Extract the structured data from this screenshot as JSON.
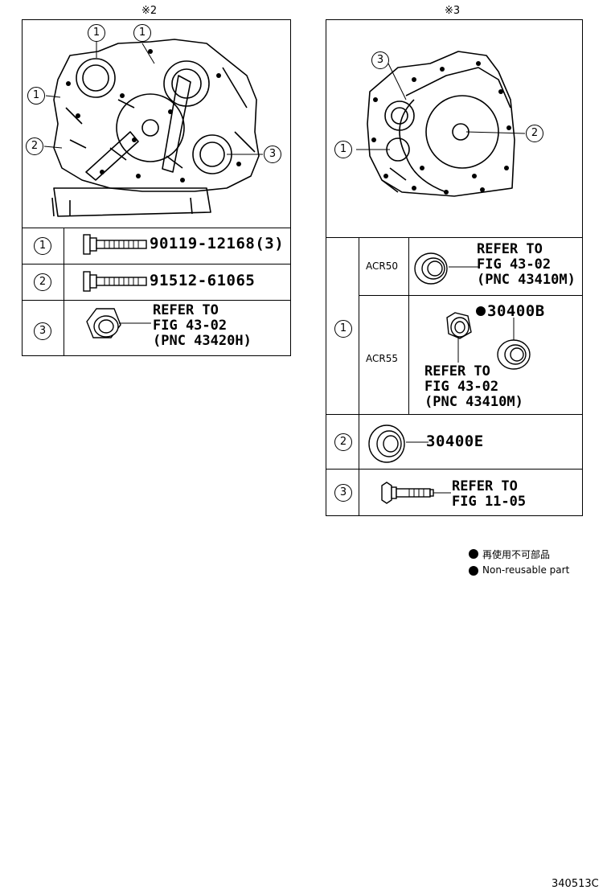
{
  "left": {
    "header_mark": "※2",
    "callouts": [
      "1",
      "1",
      "1",
      "2",
      "3"
    ],
    "rows": [
      {
        "num": "1",
        "text": "90119-12168(3)"
      },
      {
        "num": "2",
        "text": "91512-61065"
      },
      {
        "num": "3",
        "text": "REFER TO\nFIG 43-02\n(PNC 43420H)"
      }
    ]
  },
  "right": {
    "header_mark": "※3",
    "callouts": [
      "3",
      "2",
      "1"
    ],
    "row1": {
      "num": "1",
      "acr50": {
        "model": "ACR50",
        "text": "REFER TO\nFIG 43-02\n(PNC 43410M)"
      },
      "acr55": {
        "model": "ACR55",
        "part": "30400B",
        "text": "REFER TO\nFIG 43-02\n(PNC 43410M)"
      }
    },
    "row2": {
      "num": "2",
      "part": "30400E"
    },
    "row3": {
      "num": "3",
      "text": "REFER TO\nFIG 11-05"
    }
  },
  "legend": {
    "jp": "再使用不可部品",
    "en": "Non-reusable part"
  },
  "code": "340513C"
}
